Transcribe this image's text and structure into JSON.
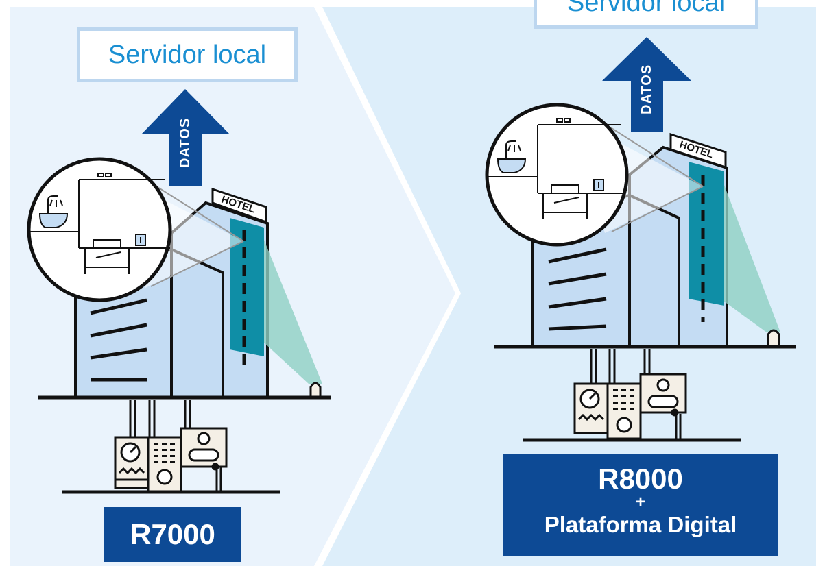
{
  "left": {
    "server_label": "Servidor local",
    "arrow_label": "DATOS",
    "sign_label": "HOTEL",
    "model_label": "R7000"
  },
  "right": {
    "server_label": "Servidor local",
    "arrow_label": "DATOS",
    "sign_label": "HOTEL",
    "model_line1": "R8000",
    "model_plus": "+",
    "model_line2": "Plataforma Digital"
  },
  "colors": {
    "panel_left": "#eaf3fc",
    "panel_right": "#ddeefa",
    "arrow_blue": "#0d4a95",
    "server_text": "#1a8fd2",
    "building_blue": "#c4dcf3",
    "window_teal": "#0f8ea6",
    "beam_green": "#8fcfc3"
  }
}
